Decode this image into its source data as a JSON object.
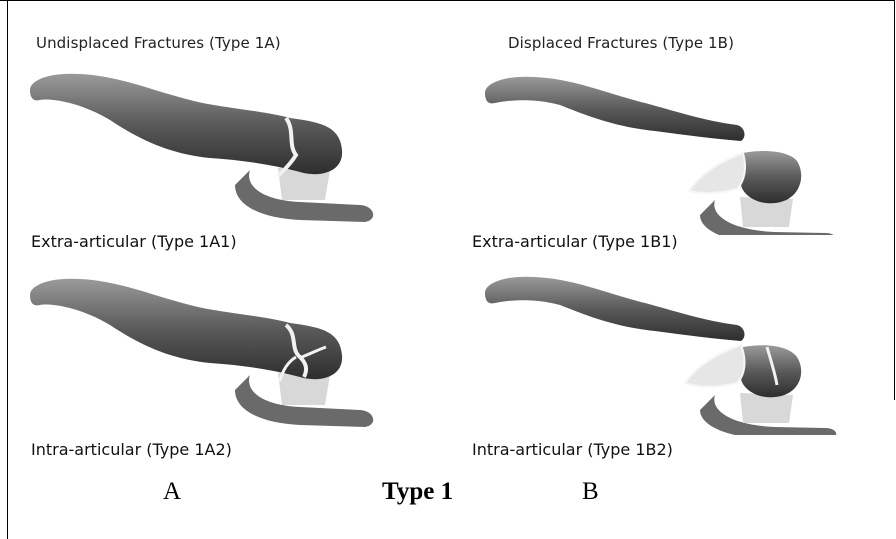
{
  "columns": [
    {
      "header": "Undisplaced Fractures (Type 1A)",
      "panels": [
        {
          "caption": "Extra-articular (Type 1A1)",
          "icon": "undisplaced-extra-articular-fracture"
        },
        {
          "caption": "Intra-articular (Type 1A2)",
          "icon": "undisplaced-intra-articular-fracture"
        }
      ],
      "letter": "A"
    },
    {
      "header": "Displaced Fractures (Type 1B)",
      "panels": [
        {
          "caption": "Extra-articular (Type 1B1)",
          "icon": "displaced-extra-articular-fracture"
        },
        {
          "caption": "Intra-articular (Type 1B2)",
          "icon": "displaced-intra-articular-fracture"
        }
      ],
      "letter": "B"
    }
  ],
  "figure_label": "Type 1",
  "colors": {
    "bone_dark": "#3a3a3a",
    "bone_mid": "#8a8a8a",
    "bone_light": "#d0d0d0",
    "fracture_line": "#f2f2f2"
  }
}
